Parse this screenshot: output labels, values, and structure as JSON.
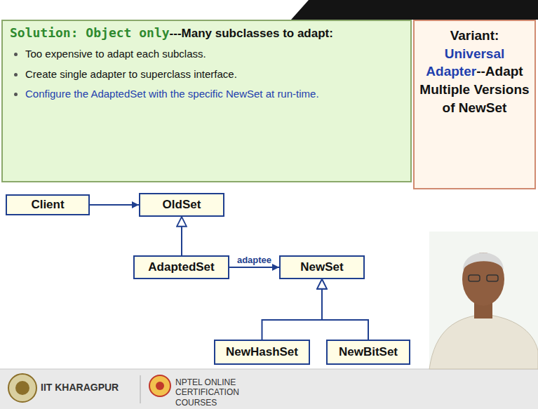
{
  "diagram": {
    "nodes": [
      {
        "text": [
          "Solution: Object only",
          "---Many subclasses to adapt:",
          "Too expensive to adapt each subclass.",
          "Create single adapter to superclass interface.",
          "Configure the AdaptedSet with the specific NewSet at run-time."
        ]
      },
      {
        "text": [
          "Variant:",
          "Universal Adapter",
          "--Adapt Multiple Versions of NewSet"
        ]
      },
      {
        "text": [
          "Client"
        ]
      },
      {
        "text": [
          "OldSet"
        ]
      },
      {
        "text": [
          "AdaptedSet"
        ]
      },
      {
        "text": [
          "NewSet"
        ]
      },
      {
        "text": [
          "NewHashSet"
        ]
      },
      {
        "text": [
          "NewBitSet"
        ]
      }
    ],
    "edges": [
      {
        "from": 2,
        "to": 3,
        "arrow": "to"
      },
      {
        "from": 4,
        "to": 3,
        "arrow": "to"
      },
      {
        "from": 4,
        "to": 5,
        "label": "adaptee",
        "arrow": "to"
      },
      {
        "from": 6,
        "to": 5,
        "arrow": "to"
      },
      {
        "from": 7,
        "to": 5,
        "arrow": "to"
      }
    ],
    "labels": [
      "IIT KHARAGPUR",
      "NPTEL ONLINE CERTIFICATION COURSES"
    ]
  }
}
